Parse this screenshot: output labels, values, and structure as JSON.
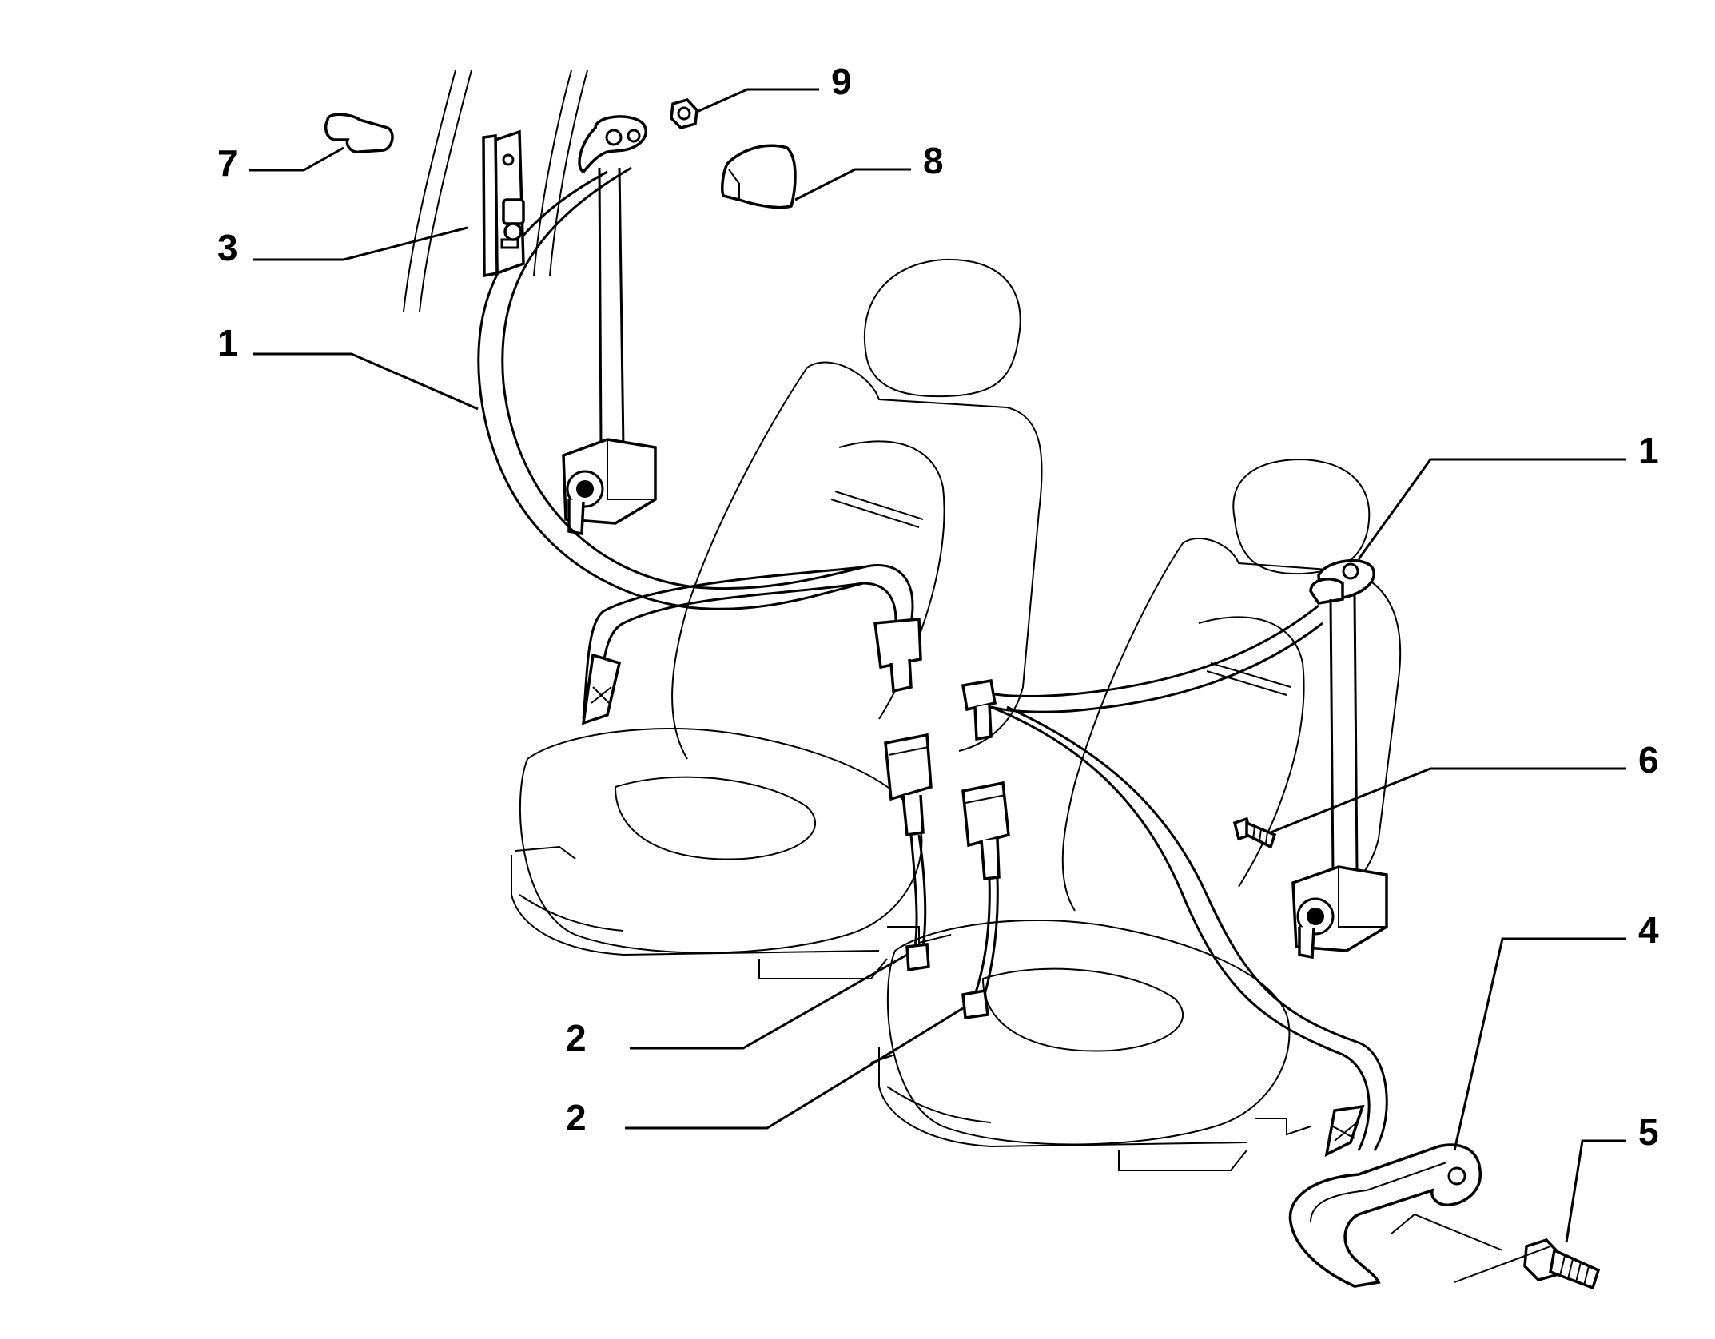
{
  "callouts": [
    {
      "id": "c7",
      "label": "7"
    },
    {
      "id": "c3",
      "label": "3"
    },
    {
      "id": "c1a",
      "label": "1"
    },
    {
      "id": "c9",
      "label": "9"
    },
    {
      "id": "c8",
      "label": "8"
    },
    {
      "id": "c1b",
      "label": "1"
    },
    {
      "id": "c6",
      "label": "6"
    },
    {
      "id": "c4",
      "label": "4"
    },
    {
      "id": "c5",
      "label": "5"
    },
    {
      "id": "c2a",
      "label": "2"
    },
    {
      "id": "c2b",
      "label": "2"
    }
  ],
  "colors": {
    "line": "#000000",
    "background": "#ffffff"
  }
}
